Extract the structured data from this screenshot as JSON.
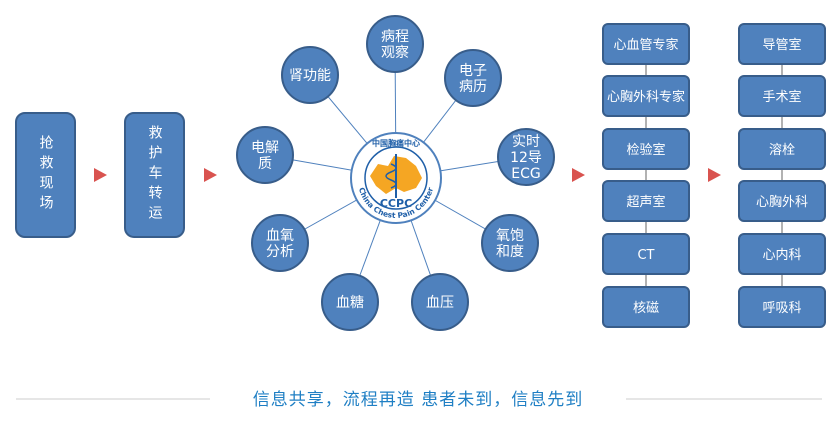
{
  "stages": [
    {
      "label": "抢救现场",
      "lines": [
        "抢",
        "救",
        "现",
        "场"
      ]
    },
    {
      "label": "救护车转运",
      "lines": [
        "救",
        "护",
        "车",
        "转",
        "运"
      ]
    }
  ],
  "hub": {
    "logo_cn": "中国胸痛中心",
    "logo_abbr": "CCPC",
    "logo_en": "China Chest Pain Center"
  },
  "satellites": [
    {
      "lines": [
        "病程",
        "观察"
      ]
    },
    {
      "lines": [
        "电子",
        "病历"
      ]
    },
    {
      "lines": [
        "实时",
        "12导",
        "ECG"
      ]
    },
    {
      "lines": [
        "氧饱",
        "和度"
      ]
    },
    {
      "lines": [
        "血压"
      ]
    },
    {
      "lines": [
        "血糖"
      ]
    },
    {
      "lines": [
        "血氧",
        "分析"
      ]
    },
    {
      "lines": [
        "电解",
        "质"
      ]
    },
    {
      "lines": [
        "肾功能"
      ]
    }
  ],
  "experts": [
    "心血管专家",
    "心胸外科专家",
    "检验室",
    "超声室",
    "CT",
    "核磁"
  ],
  "departments": [
    "导管室",
    "手术室",
    "溶栓",
    "心胸外科",
    "心内科",
    "呼吸科"
  ],
  "slogan": "信息共享，流程再造  患者未到，信息先到",
  "colors": {
    "box": "#4f81bd",
    "border": "#385d8a",
    "arrow": "#d9534f",
    "line": "#4f81bd",
    "logo": "#f5a623",
    "text": "#1f7fc4"
  }
}
